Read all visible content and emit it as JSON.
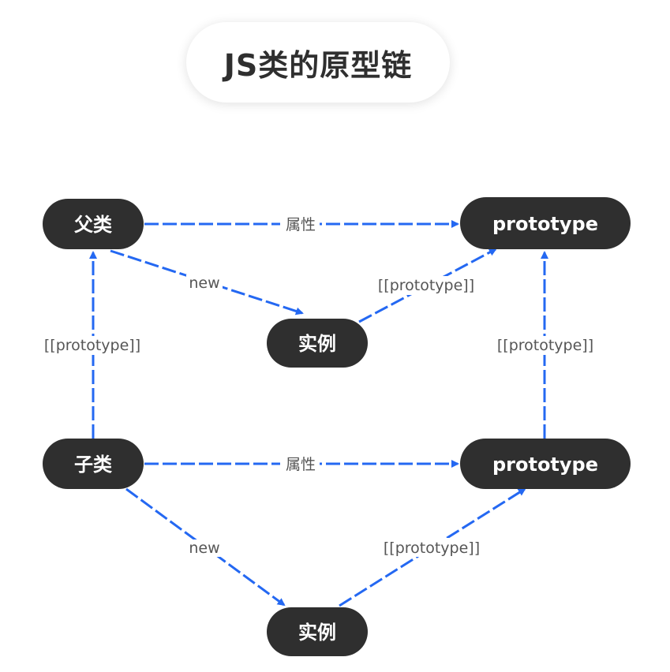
{
  "title": "JS类的原型链",
  "colors": {
    "node_fill": "#2f2f2f",
    "node_text": "#ffffff",
    "edge": "#2468f2",
    "edge_label": "#555555",
    "title_text": "#2f2f2f"
  },
  "nodes": {
    "parent_class": "父类",
    "parent_prototype": "prototype",
    "parent_instance": "实例",
    "child_class": "子类",
    "child_prototype": "prototype",
    "child_instance": "实例"
  },
  "edges": {
    "parent_property": "属性",
    "parent_new": "new",
    "parent_instance_proto": "[[prototype]]",
    "child_to_parent": "[[prototype]]",
    "child_proto_to_parent_proto": "[[prototype]]",
    "child_property": "属性",
    "child_new": "new",
    "child_instance_proto": "[[prototype]]"
  }
}
